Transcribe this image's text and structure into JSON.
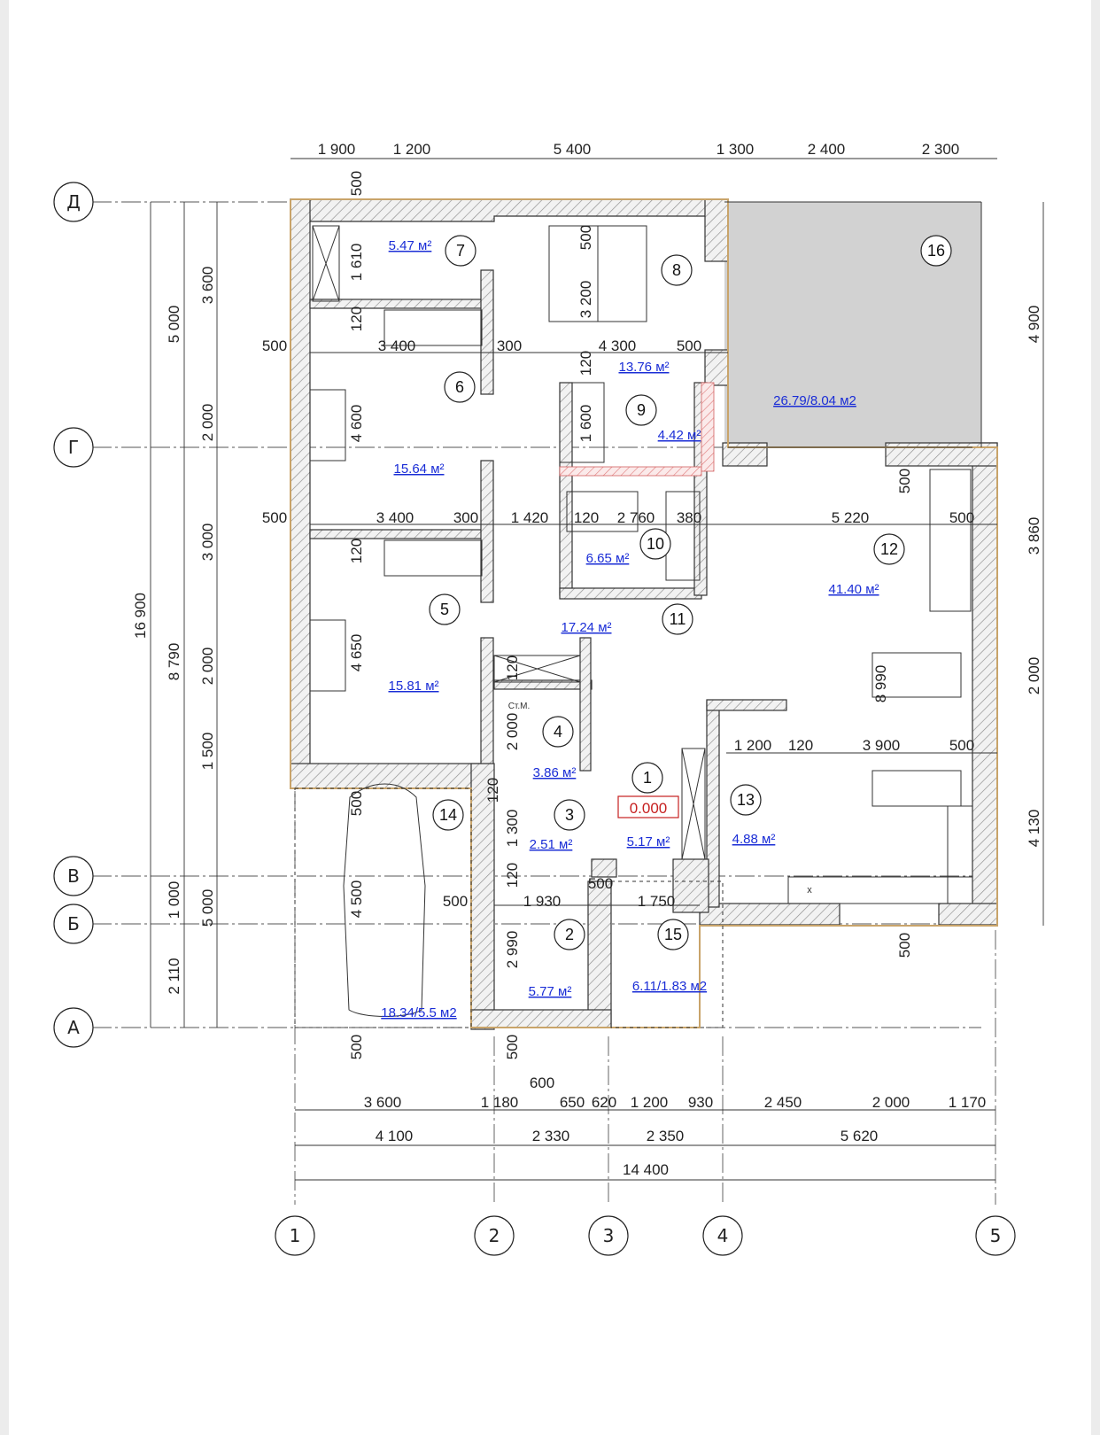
{
  "axes": {
    "rows": [
      "Д",
      "Г",
      "В",
      "Б",
      "А"
    ],
    "cols": [
      "1",
      "2",
      "3",
      "4",
      "5"
    ]
  },
  "dims": {
    "top": [
      "1 900",
      "1 200",
      "5 400",
      "1 300",
      "2 400",
      "2 300"
    ],
    "bottom1": [
      "3 600",
      "1 180",
      "650",
      "620",
      "1 200",
      "930",
      "2 450",
      "2 000",
      "1 170"
    ],
    "bottom_600": "600",
    "bottom2": [
      "4 100",
      "2 330",
      "2 350",
      "5 620"
    ],
    "bottom_total": "14 400",
    "left_outer": "16 900",
    "left_mid": [
      "5 000",
      "8 790",
      "1 000",
      "5 000",
      "2 110"
    ],
    "left_inner": [
      "3 600",
      "2 000",
      "3 000",
      "2 000",
      "1 500",
      "5 000"
    ],
    "right": [
      "4 900",
      "3 860",
      "2 000",
      "4 130"
    ],
    "inner": {
      "w500_top": "500",
      "w1610": "1 610",
      "w120a": "120",
      "r8_500": "500",
      "r8_3200": "3 200",
      "row1": [
        "500",
        "3 400",
        "300",
        "4 300",
        "500"
      ],
      "w120b": "120",
      "w1600": "1 600",
      "w4600": "4 600",
      "row2": [
        "500",
        "3 400",
        "300",
        "1 420",
        "120",
        "2 760",
        "380",
        "5 220",
        "500"
      ],
      "w500_kitchen": "500",
      "w120c": "120",
      "w4650": "4 650",
      "w120d": "120",
      "w2000": "2 000",
      "w8990": "8 990",
      "row3": [
        "1 200",
        "120",
        "3 900",
        "500"
      ],
      "w120e": "120",
      "w1300": "1 300",
      "w500_garage": "500",
      "w4500": "4 500",
      "w120f": "120",
      "row4_500a": "500",
      "row4": [
        "500",
        "1 930",
        "1 750"
      ],
      "w2990": "2 990",
      "w500_bottom1": "500",
      "w500_bottom2": "500",
      "w500_bottom3": "500"
    }
  },
  "rooms": [
    {
      "n": "1",
      "area": "5.17 м²"
    },
    {
      "n": "2",
      "area": "5.77 м²"
    },
    {
      "n": "3",
      "area": "2.51 м²"
    },
    {
      "n": "4",
      "area": "3.86 м²"
    },
    {
      "n": "5",
      "area": "15.81 м²"
    },
    {
      "n": "6",
      "area": "15.64 м²"
    },
    {
      "n": "7",
      "area": "5.47 м²"
    },
    {
      "n": "8",
      "area": "13.76 м²"
    },
    {
      "n": "9",
      "area": "4.42 м²"
    },
    {
      "n": "10",
      "area": "6.65 м²"
    },
    {
      "n": "11",
      "area": "17.24 м²"
    },
    {
      "n": "12",
      "area": "41.40 м²"
    },
    {
      "n": "13",
      "area": "4.88 м²"
    },
    {
      "n": "14",
      "area": "18.34/5.5 м2"
    },
    {
      "n": "15",
      "area": "6.11/1.83 м2"
    },
    {
      "n": "16",
      "area": "26.79/8.04 м2"
    }
  ],
  "level_mark": "0.000",
  "closet_label": "Ст.М.",
  "stove_label": "х",
  "colors": {
    "area_text": "#1a2dd6",
    "level_text": "#c62020",
    "wall_outline": "#c9a46a",
    "hatch": "#888888",
    "terrace": "#d2d2d2"
  }
}
